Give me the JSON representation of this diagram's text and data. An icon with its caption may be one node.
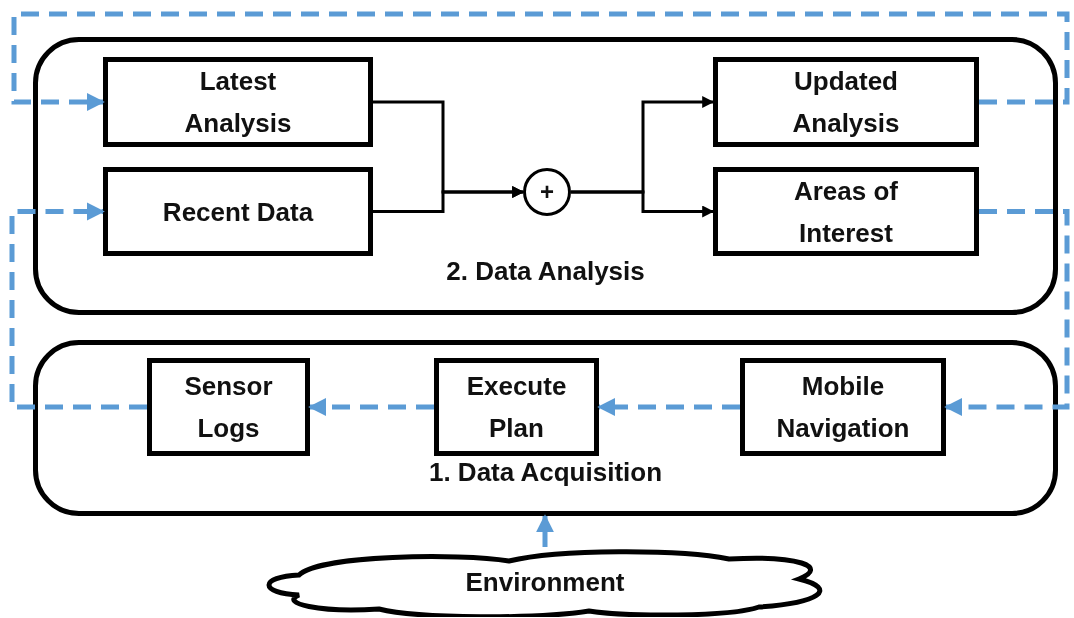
{
  "diagram": {
    "nodes": [
      {
        "text": [
          "2. Data Analysis"
        ]
      },
      {
        "text": [
          "Latest Analysis"
        ],
        "in": 0
      },
      {
        "text": [
          "Recent Data"
        ],
        "in": 0
      },
      {
        "text": [
          "+"
        ],
        "in": 0
      },
      {
        "text": [
          "Updated Analysis"
        ],
        "in": 0
      },
      {
        "text": [
          "Areas of Interest"
        ],
        "in": 0
      },
      {
        "text": [
          "1. Data Acquisition"
        ]
      },
      {
        "text": [
          "Sensor Logs"
        ],
        "in": 6
      },
      {
        "text": [
          "Execute Plan"
        ],
        "in": 6
      },
      {
        "text": [
          "Mobile Navigation"
        ],
        "in": 6
      },
      {
        "text": [
          "Environment"
        ]
      }
    ],
    "edges": [
      {
        "from": 1,
        "to": 3,
        "arrow": "to",
        "color": "#000000"
      },
      {
        "from": 2,
        "to": 3,
        "arrow": "to",
        "color": "#000000"
      },
      {
        "from": 3,
        "to": 4,
        "arrow": "to",
        "color": "#000000"
      },
      {
        "from": 3,
        "to": 5,
        "arrow": "to",
        "color": "#000000"
      },
      {
        "from": 4,
        "to": 1,
        "arrow": "to",
        "style": "dashed"
      },
      {
        "from": 5,
        "to": 9,
        "arrow": "to",
        "style": "dashed"
      },
      {
        "from": 9,
        "to": 8,
        "arrow": "to",
        "style": "dashed"
      },
      {
        "from": 8,
        "to": 7,
        "arrow": "to",
        "style": "dashed"
      },
      {
        "from": 7,
        "to": 2,
        "arrow": "to",
        "style": "dashed"
      },
      {
        "from": 10,
        "to": 6,
        "arrow": "to"
      }
    ]
  }
}
